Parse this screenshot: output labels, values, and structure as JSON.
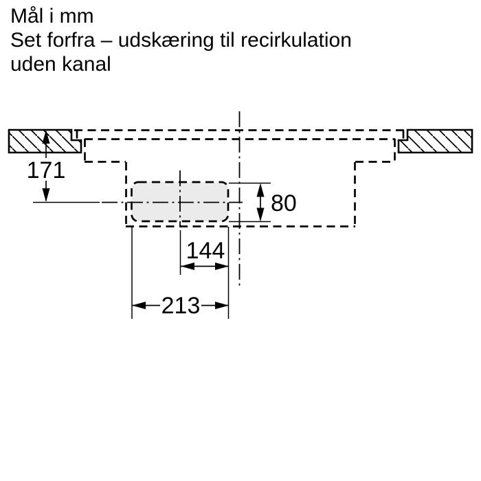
{
  "title": {
    "line1": "Mål i mm",
    "line2": "Set forfra – udskæring til recirkulation",
    "line3": "uden kanal"
  },
  "dimensions": {
    "worktop_top_to_cutout_center": "171",
    "cutout_height": "80",
    "cutout_center_to_right_edge": "144",
    "cutout_width": "213"
  },
  "colors": {
    "ink": "#000000",
    "background": "#ffffff",
    "cutout_fill": "#ebebeb"
  }
}
